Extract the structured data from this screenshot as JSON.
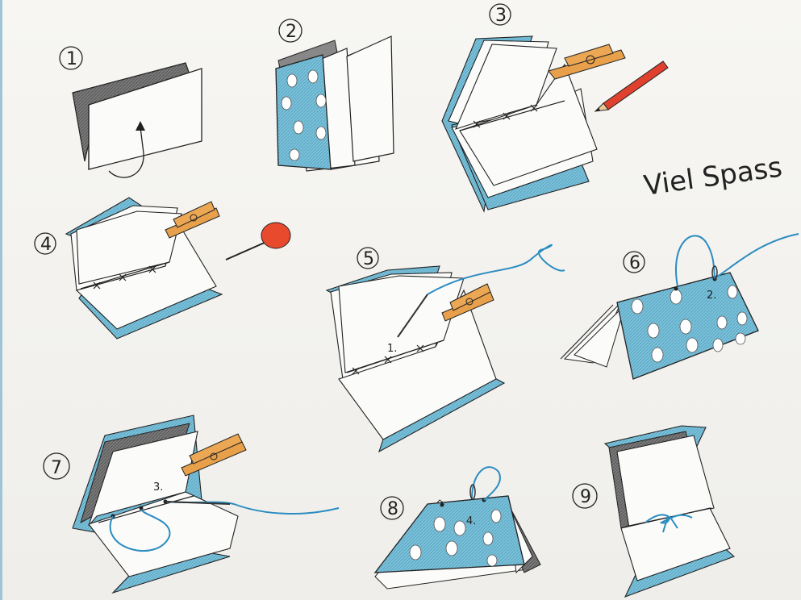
{
  "title": "Viel Spass",
  "steps": [
    {
      "number": "1"
    },
    {
      "number": "2"
    },
    {
      "number": "3"
    },
    {
      "number": "4"
    },
    {
      "number": "5",
      "hole_label": "1."
    },
    {
      "number": "6",
      "hole_label": "2."
    },
    {
      "number": "7",
      "hole_label": "3."
    },
    {
      "number": "8",
      "hole_label": "4."
    },
    {
      "number": "9"
    }
  ],
  "colors": {
    "cover_blue": "#6fb8d4",
    "dark_cover": "#5e5e5e",
    "clothespin": "#e8a04a",
    "pencil_red": "#e0412f",
    "awl_handle": "#e84a2e",
    "thread": "#2a8cc0"
  }
}
